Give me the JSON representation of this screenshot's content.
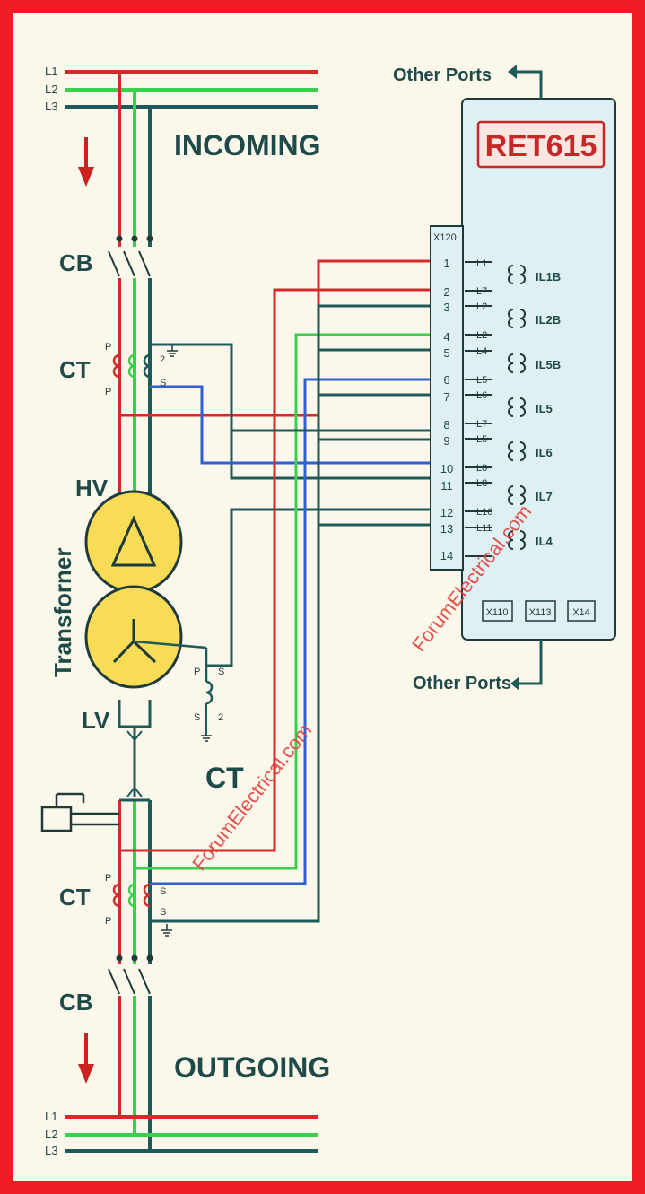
{
  "lines": {
    "l1": "L1",
    "l2": "L2",
    "l3": "L3"
  },
  "labels": {
    "incoming": "INCOMING",
    "outgoing": "OUTGOING",
    "cb": "CB",
    "ct": "CT",
    "hv": "HV",
    "lv": "LV",
    "transformer": "Transforner",
    "other_ports": "Other Ports",
    "p": "P",
    "s": "S",
    "two": "2"
  },
  "relay": {
    "model": "RET615",
    "connector": "X120",
    "terminals": [
      "1",
      "2",
      "3",
      "4",
      "5",
      "6",
      "7",
      "8",
      "9",
      "10",
      "11",
      "12",
      "13",
      "14"
    ],
    "inputs": [
      {
        "a": "L1",
        "b": "L7",
        "name": "IL1B"
      },
      {
        "a": "L2",
        "b": "L2",
        "name": "IL2B"
      },
      {
        "a": "L4",
        "b": "L5",
        "name": "IL5B"
      },
      {
        "a": "L6",
        "b": "L7",
        "name": "IL5"
      },
      {
        "a": "L5",
        "b": "L8",
        "name": "IL6"
      },
      {
        "a": "L8",
        "b": "L10",
        "name": "IL7"
      },
      {
        "a": "L11",
        "b": "",
        "name": "IL4"
      }
    ],
    "ports": [
      "X110",
      "X113",
      "X14"
    ]
  },
  "watermark": "ForumElectrical.com",
  "colors": {
    "frame": "#ee1c24",
    "background": "#fbf7ea",
    "l1": "#d42a2a",
    "l2": "#3ccf4e",
    "l3": "#1f5a5a",
    "blue": "#2f5fd0",
    "relay_fill": "#dff0f4",
    "transformer_fill": "#f8dc55"
  }
}
